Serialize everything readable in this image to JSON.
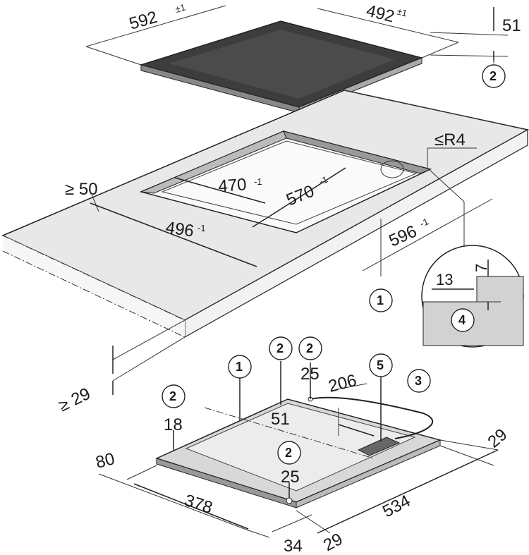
{
  "dimensions": {
    "hob_width": "592",
    "hob_width_tol": "±1",
    "hob_depth": "492",
    "hob_depth_tol": "±1",
    "hob_height": "51",
    "min_edge": "≥ 50",
    "cutout_width": "570",
    "cutout_width_tol": "-1",
    "cutout_depth": "470",
    "cutout_depth_tol": "-1",
    "counter_cut_width": "596",
    "counter_cut_width_tol": "-1",
    "counter_cut_depth": "496",
    "counter_cut_depth_tol": "-1",
    "radius": "≤R4",
    "rebate_depth": "13",
    "rebate_height": "7",
    "min_thickness": "≥ 29",
    "base_206": "206",
    "base_25_top": "25",
    "base_51": "51",
    "base_18": "18",
    "base_80": "80",
    "base_25_bottom": "25",
    "base_378": "378",
    "base_534": "534",
    "base_34": "34",
    "base_29_bottom": "29",
    "base_29_right": "29"
  },
  "callouts": {
    "c1": "1",
    "c2": "2",
    "c3": "3",
    "c4": "4",
    "c5": "5"
  },
  "colors": {
    "surface": "#e8e8e8",
    "hob_glass": "#4a4a4a",
    "cutout_floor": "#cfcfcf",
    "detail_fill": "#d5d5d5"
  }
}
